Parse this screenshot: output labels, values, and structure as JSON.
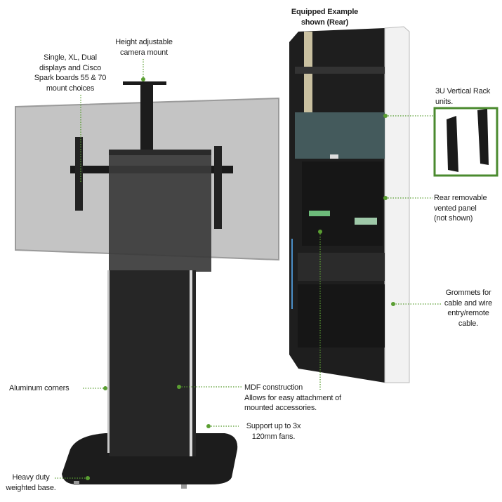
{
  "header": {
    "title_lines": [
      "Equipped Example",
      "shown (Rear)"
    ]
  },
  "callouts": {
    "displays": [
      "Single, XL, Dual",
      "displays and Cisco",
      "Spark boards 55 & 70",
      "mount choices"
    ],
    "camera": [
      "Height adjustable",
      "camera mount"
    ],
    "rack": [
      "3U Vertical Rack",
      "units."
    ],
    "panel": [
      "Rear removable",
      "vented panel",
      "(not shown)"
    ],
    "grommets": [
      "Grommets for",
      "cable and wire",
      "entry/remote",
      "cable."
    ],
    "aluminum": [
      "Aluminum corners"
    ],
    "mdf": [
      "MDF construction",
      "Allows for easy attachment of",
      "mounted accessories."
    ],
    "fans": [
      "Support up to 3x",
      "120mm fans."
    ],
    "base": [
      "Heavy duty",
      "weighted base."
    ]
  },
  "colors": {
    "accent_green": "#5a9e32",
    "inset_border": "#4a8a2e",
    "stand_black": "#262626",
    "display_gray": "#c2c2c2"
  }
}
